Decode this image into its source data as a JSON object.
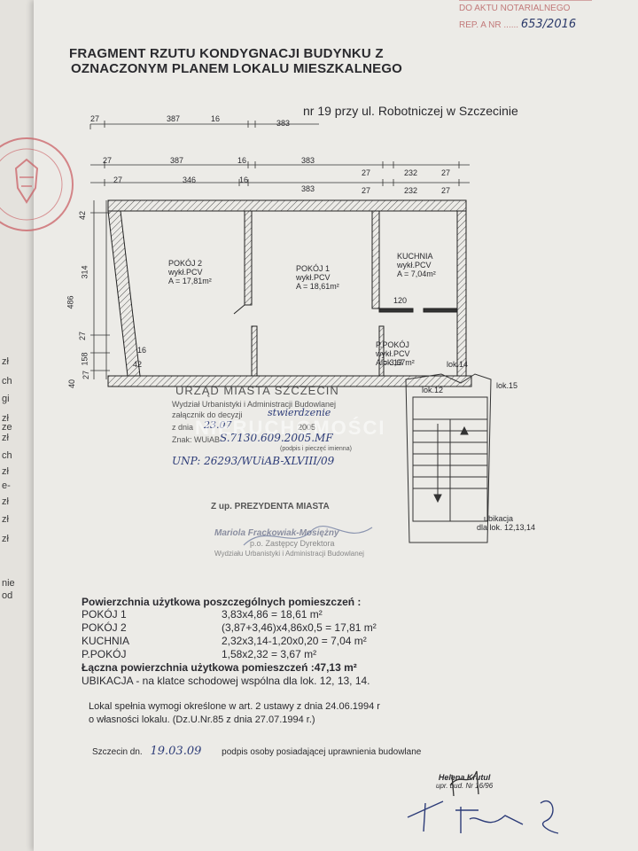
{
  "margin_fragments": [
    "zł",
    "ch",
    "gi",
    "zł",
    "ze",
    "zł",
    "ch",
    "zł",
    "e-",
    "zł",
    "zł",
    "zł",
    "nie",
    "od"
  ],
  "top_stamp": {
    "line1": "DO AKTU NOTARIALNEGO",
    "line2_prefix": "REP. A NR",
    "number": "653/2016"
  },
  "title": {
    "line1": "FRAGMENT RZUTU KONDYGNACJI BUDYNKU Z",
    "line2": "OZNACZONYM PLANEM LOKALU MIESZKALNEGO"
  },
  "address": "nr 19 przy ul. Robotniczej  w Szczecinie",
  "dimensions": {
    "top_row1": [
      "27",
      "387",
      "16",
      "383"
    ],
    "top_row2": [
      "27",
      "387",
      "16",
      "383",
      "27",
      "232",
      "27"
    ],
    "top_row3": [
      "27",
      "346",
      "16",
      "383",
      "27",
      "232",
      "27"
    ],
    "left": [
      "42",
      "314",
      "486",
      "27",
      "158",
      "40",
      "27"
    ],
    "misc": [
      "16",
      "42",
      "120"
    ]
  },
  "rooms": [
    {
      "name": "POKÓJ 2",
      "finish": "wykł.PCV",
      "area": "A = 17,81m²"
    },
    {
      "name": "POKÓJ 1",
      "finish": "wykł.PCV",
      "area": "A = 18,61m²"
    },
    {
      "name": "KUCHNIA",
      "finish": "wykł.PCV",
      "area": "A = 7,04m²"
    },
    {
      "name": "P.POKÓJ",
      "finish": "wykł.PCV",
      "area": "A = 3,67m²"
    }
  ],
  "stair_labels": {
    "lok12": "lok.12",
    "lok13": "lok.13",
    "lok14": "lok.14",
    "lok15": "lok.15",
    "ubikacja": "ubikacja",
    "ubikacja_lok": "dla lok. 12,13,14"
  },
  "office_stamp": {
    "line1": "URZĄD MIASTA SZCZECIN",
    "line2": "Wydział Urbanistyki i Administracji Budowlanej",
    "line3": "załącznik do decyzji",
    "line3_hand": "stwierdzenie",
    "line4": "z dnia",
    "line4_hand": "23.07",
    "line4_year": "2005",
    "line5": "Znak: WUiAB",
    "line5_hand": "S.7130.609.2005.MF",
    "line6": "(podpis i pieczęć imienna)",
    "line7_hand": "UNP: 26293/WUiAB-XLVIII/09"
  },
  "president_stamp": {
    "line1": "Z up. PREZYDENTA MIASTA",
    "line2": "Mariola Frackowiak-Mosiężny",
    "line3": "p.o. Zastępcy Dyrektora",
    "line4": "Wydziału Urbanistyki i Administracji Budowlanej"
  },
  "watermark": "NIERUCHOMOŚCI",
  "areas": {
    "heading": "Powierzchnia użytkowa poszczególnych pomieszczeń :",
    "rows": [
      {
        "name": "POKÓJ 1",
        "formula": "3,83x4,86 = 18,61 m²"
      },
      {
        "name": "POKÓJ 2",
        "formula": "(3,87+3,46)x4,86x0,5 = 17,81 m²"
      },
      {
        "name": "KUCHNIA",
        "formula": "2,32x3,14-1,20x0,20 = 7,04 m²"
      },
      {
        "name": "P.POKÓJ",
        "formula": "1,58x2,32 = 3,67 m²"
      }
    ],
    "total": "Łączna powierzchnia użytkowa pomieszczeń :47,13 m²",
    "ubikacja": "UBIKACJA  -  na klatce schodowej wspólna dla lok. 12, 13, 14."
  },
  "legal": {
    "line1": "Lokal spełnia wymogi określone w art. 2 ustawy z dnia 24.06.1994 r",
    "line2": "o własności lokalu. (Dz.U.Nr.85 z dnia 27.07.1994 r.)"
  },
  "signature": {
    "place": "Szczecin dn.",
    "date_hand": "19.03.09",
    "label": "podpis osoby posiadającej uprawnienia budowlane",
    "stamp_name": "Helena Krutul",
    "stamp_reg": "upr. bud. Nr 16/96"
  },
  "colors": {
    "ink": "#2a2a2e",
    "hand_ink": "#2d3c78",
    "stamp_red": "#c27a7a",
    "paper": "#ecebe7"
  }
}
